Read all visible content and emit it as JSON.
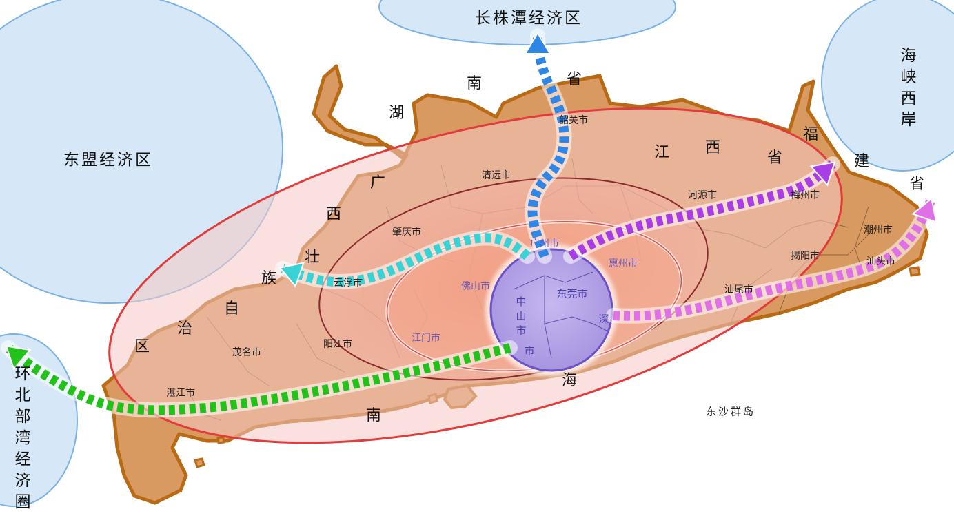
{
  "regions": {
    "changzhutan": "长株潭经济区",
    "asean": "东盟经济区",
    "west_strait": "海峡西岸",
    "beibu_gulf": "环北部湾经济圈"
  },
  "provinces": {
    "hunan": [
      "湖",
      "南",
      "省"
    ],
    "guangxi": [
      "广",
      "西",
      "壮",
      "族",
      "自",
      "治",
      "区"
    ],
    "jiangxi": [
      "江",
      "西",
      "省"
    ],
    "fujian": [
      "福",
      "建",
      "省"
    ],
    "sea": [
      "海",
      "南"
    ]
  },
  "cities": {
    "shaoguan": "韶关市",
    "qingyuan": "清远市",
    "heyuan": "河源市",
    "meizhou": "梅州市",
    "zhaoqing": "肇庆市",
    "guangzhou": "广州市",
    "huizhou": "惠州市",
    "chaozhou": "潮州市",
    "jieyang": "揭阳市",
    "shantou": "汕头市",
    "foshan": "佛山市",
    "dongguan": "东莞市",
    "zhongshan": "中山市",
    "shenzhen": "深",
    "zhuhai": "市",
    "shanwei": "汕尾市",
    "yunfu": "云浮市",
    "jiangmen": "江门市",
    "yangjiang": "阳江市",
    "maoming": "茂名市",
    "zhanjiang": "湛江市"
  },
  "islands": {
    "dongsha": "东沙群岛"
  },
  "colors": {
    "land": "#d99a62",
    "land_outline": "#b96a14",
    "outer_ring": "#f6c8c4",
    "outer_ring_stroke": "#e23b3b",
    "core_fill": "#b9a8e8",
    "core_stroke": "#6a52c9",
    "sea_bubble": "#d6e8f7",
    "sea_bubble_stroke": "#7ab2e6",
    "arrow_north": "#2f86e6",
    "arrow_west": "#39d3d6",
    "arrow_east_upper": "#a93ee6",
    "arrow_east_lower": "#e070e6",
    "arrow_southwest": "#22c21a"
  },
  "icons": [
    "arrow-north-icon",
    "arrow-west-icon",
    "arrow-east-upper-icon",
    "arrow-east-lower-icon",
    "arrow-southwest-icon"
  ]
}
